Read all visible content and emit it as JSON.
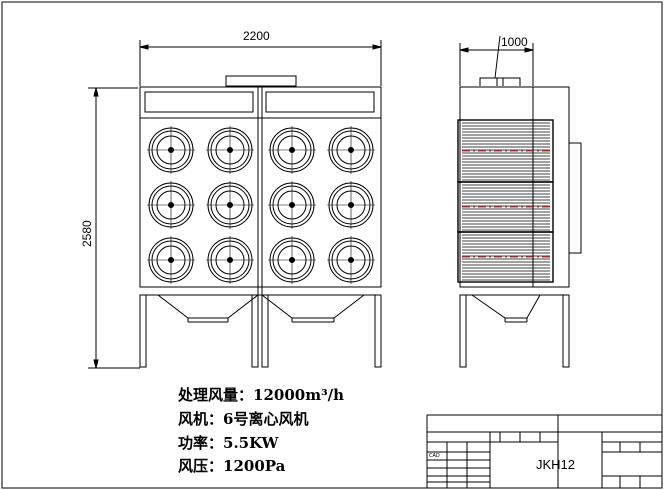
{
  "dimensions": {
    "front_width": "2200",
    "side_width": "1000",
    "height": "2580"
  },
  "specs": [
    {
      "label": "处理风量：",
      "value": "12000m³/h"
    },
    {
      "label": "风机：",
      "value": "6号离心风机"
    },
    {
      "label": "功率：",
      "value": "5.5KW"
    },
    {
      "label": "风压：",
      "value": "1200Pa"
    }
  ],
  "title_block": {
    "drawing_code": "JKH12",
    "small_labels": [
      "CAD"
    ]
  }
}
